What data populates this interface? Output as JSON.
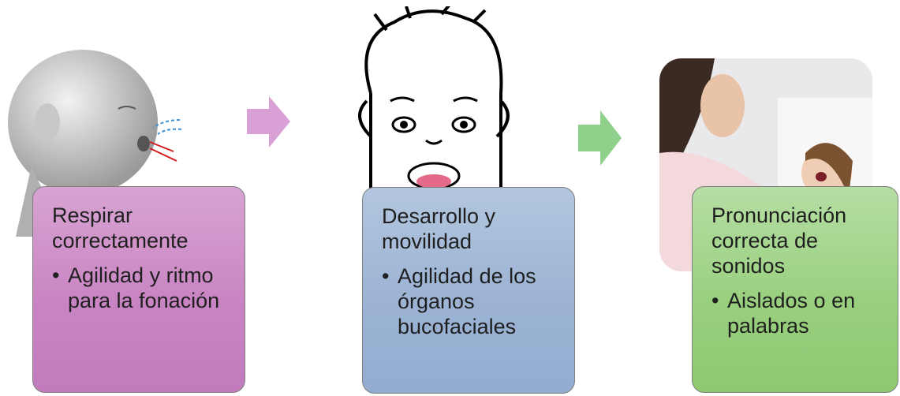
{
  "steps": [
    {
      "title": "Respirar correctamente",
      "bullet": "Agilidad y ritmo para la fonación",
      "color": "#c985c3"
    },
    {
      "title": "Desarrollo y movilidad",
      "bullet": "Agilidad de los órganos bucofaciales",
      "color": "#9cb3d4"
    },
    {
      "title": "Pronunciación correcta de sonidos",
      "bullet": "Aislados o en palabras",
      "color": "#99d07f"
    }
  ],
  "arrows": [
    {
      "color": "#d8a0d4"
    },
    {
      "color": "#8fd08a"
    }
  ]
}
